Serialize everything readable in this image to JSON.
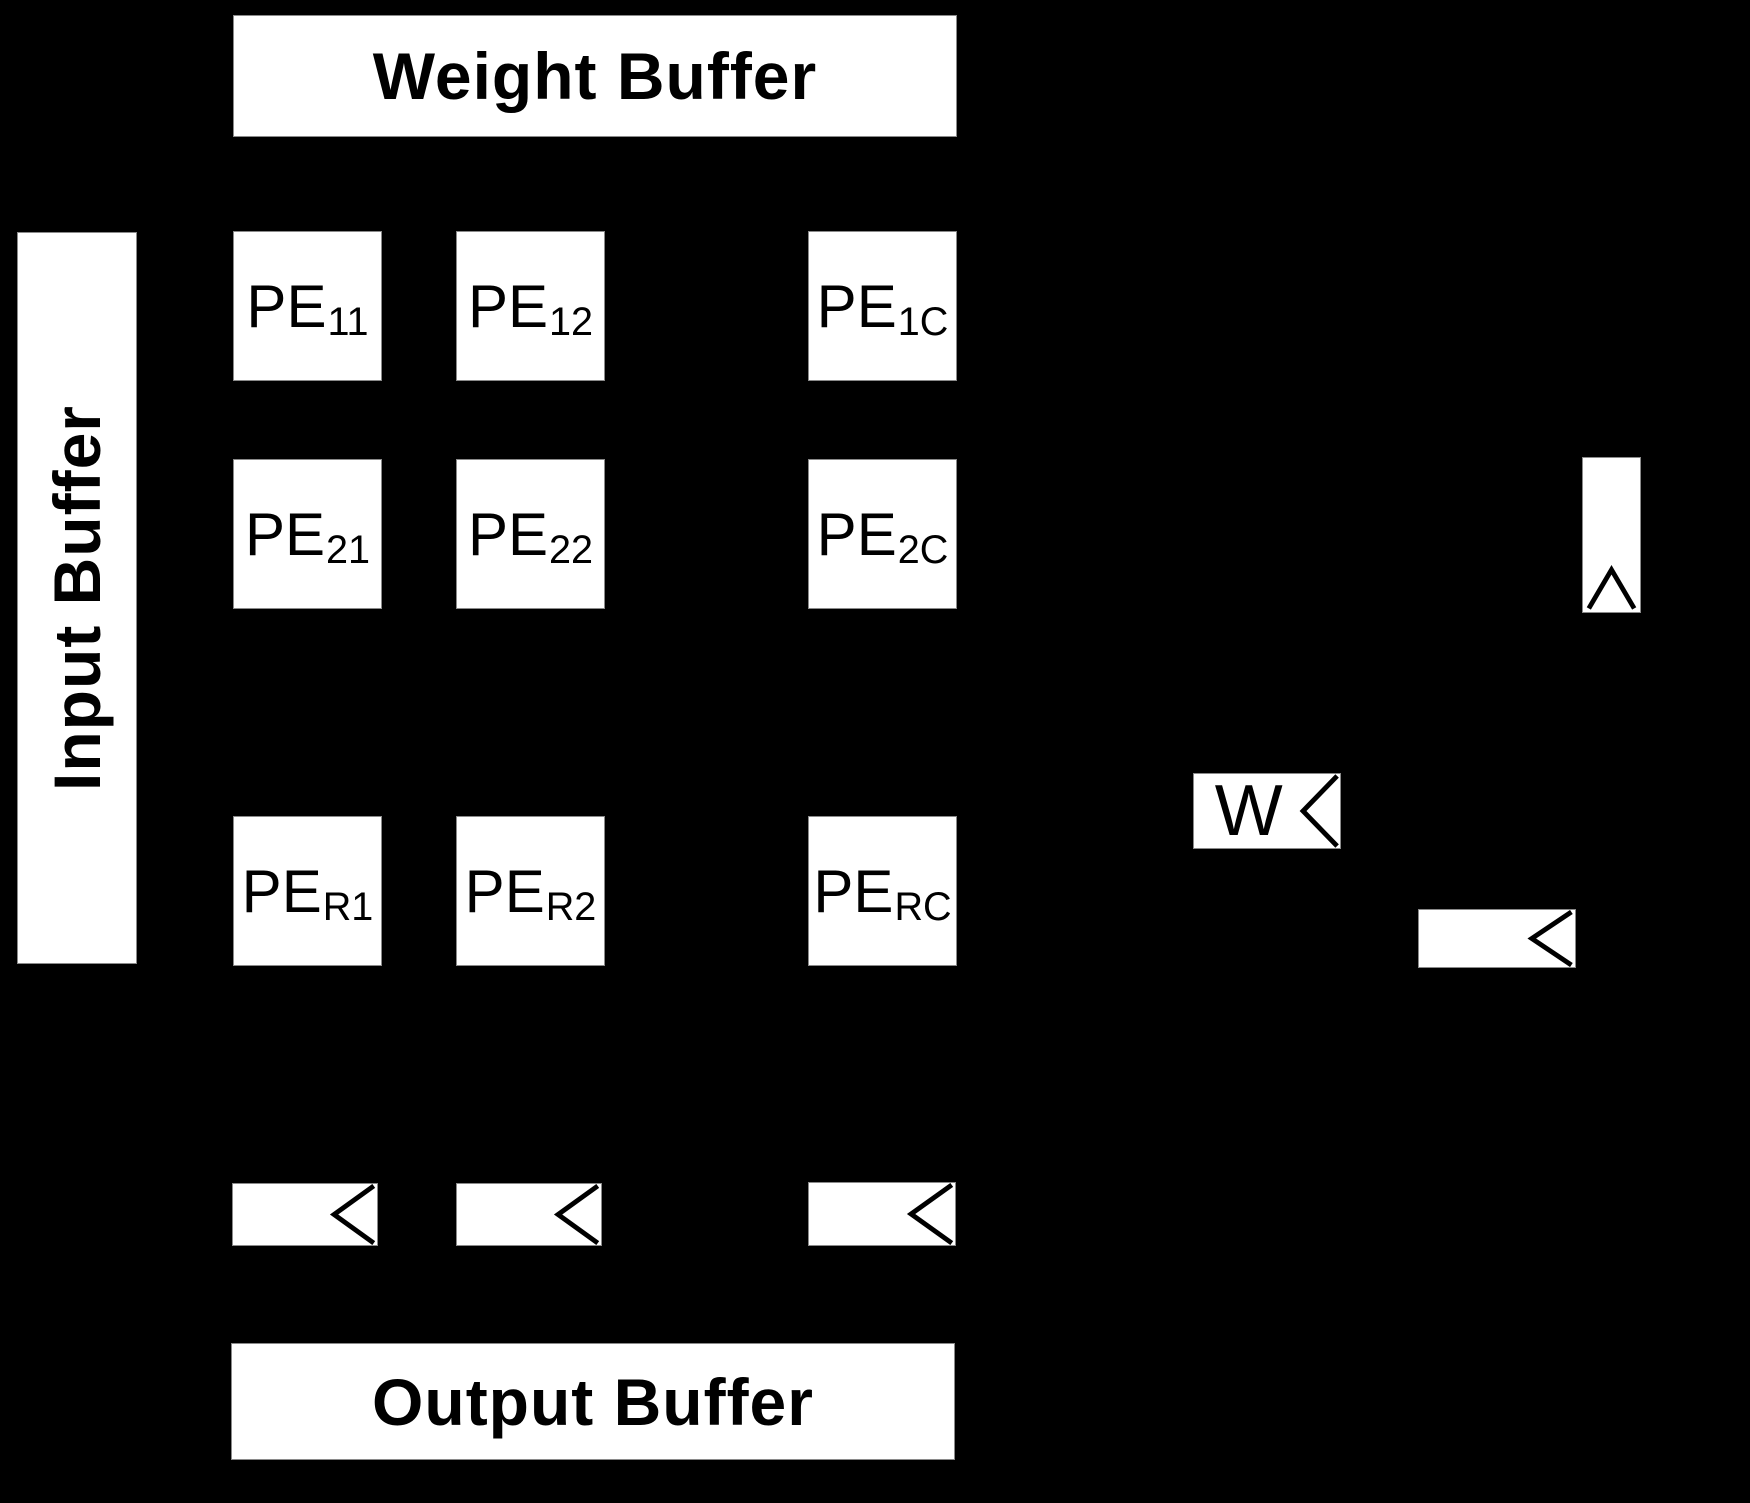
{
  "colors": {
    "background": "#000000",
    "box_fill": "#ffffff",
    "text": "#000000",
    "stroke": "#000000"
  },
  "buffers": {
    "weight": "Weight Buffer",
    "input": "Input Buffer",
    "output": "Output Buffer"
  },
  "pe_array": {
    "cells": [
      {
        "base": "PE",
        "sub": "11"
      },
      {
        "base": "PE",
        "sub": "12"
      },
      {
        "base": "PE",
        "sub": "1C"
      },
      {
        "base": "PE",
        "sub": "21"
      },
      {
        "base": "PE",
        "sub": "22"
      },
      {
        "base": "PE",
        "sub": "2C"
      },
      {
        "base": "PE",
        "sub": "R1"
      },
      {
        "base": "PE",
        "sub": "R2"
      },
      {
        "base": "PE",
        "sub": "RC"
      }
    ]
  },
  "pe_detail": {
    "weight_register_label": "W"
  }
}
